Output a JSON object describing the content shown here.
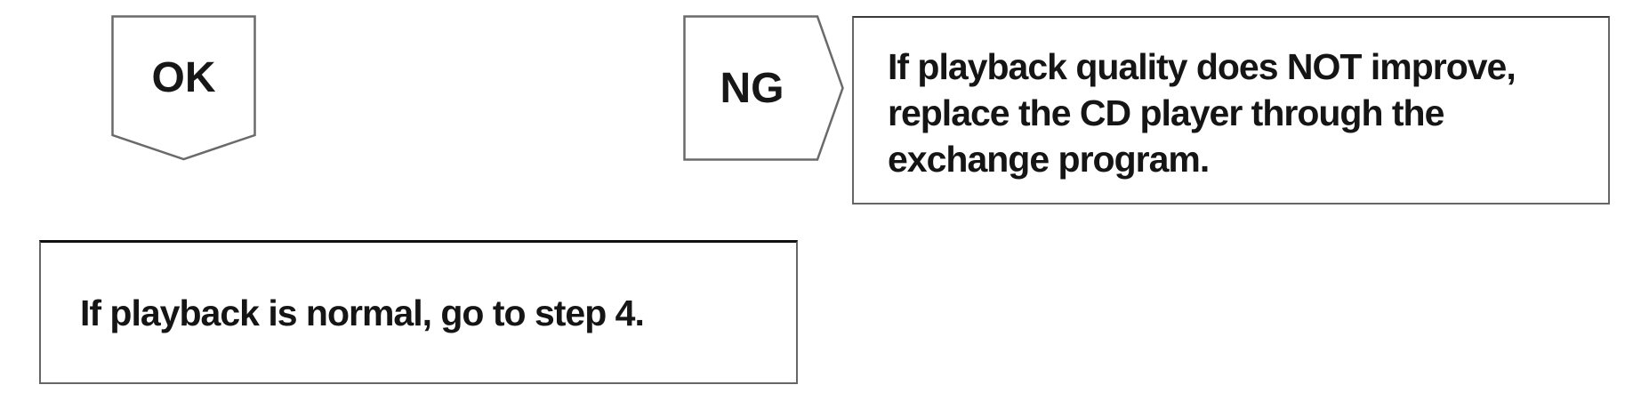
{
  "page": {
    "background_color": "#ffffff",
    "text_color": "#151515",
    "border_color": "#666666"
  },
  "flowchart": {
    "ok_branch": {
      "label": "OK",
      "result_text": "If playback is normal, go to step 4."
    },
    "ng_branch": {
      "label": "NG",
      "result_lines": [
        "If playback quality does NOT improve,",
        "replace the CD player through the",
        "exchange program."
      ]
    }
  }
}
